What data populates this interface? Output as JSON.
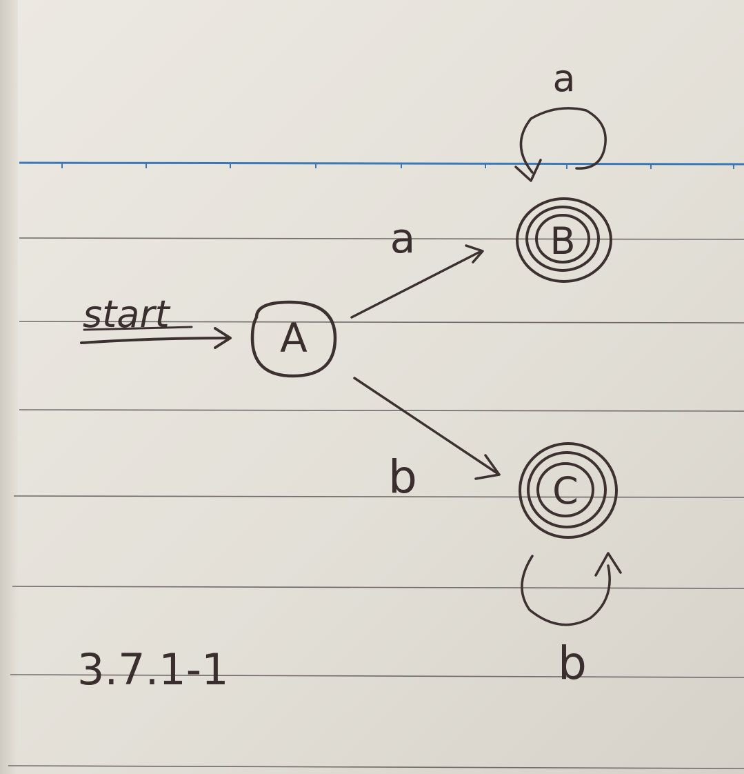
{
  "diagram": {
    "start_label": "start",
    "states": [
      {
        "id": "A",
        "label": "A",
        "accepting": false
      },
      {
        "id": "B",
        "label": "B",
        "accepting": true
      },
      {
        "id": "C",
        "label": "C",
        "accepting": true
      }
    ],
    "transitions": [
      {
        "from": "A",
        "to": "B",
        "symbol": "a"
      },
      {
        "from": "A",
        "to": "C",
        "symbol": "b"
      },
      {
        "from": "B",
        "to": "B",
        "symbol": "a"
      },
      {
        "from": "C",
        "to": "C",
        "symbol": "b"
      }
    ],
    "caption": "3.7.1-1"
  },
  "colors": {
    "paper": "#e9e6df",
    "ruled_line": "#6f6a66",
    "top_line": "#3c78b8",
    "ink": "#3d3030"
  }
}
